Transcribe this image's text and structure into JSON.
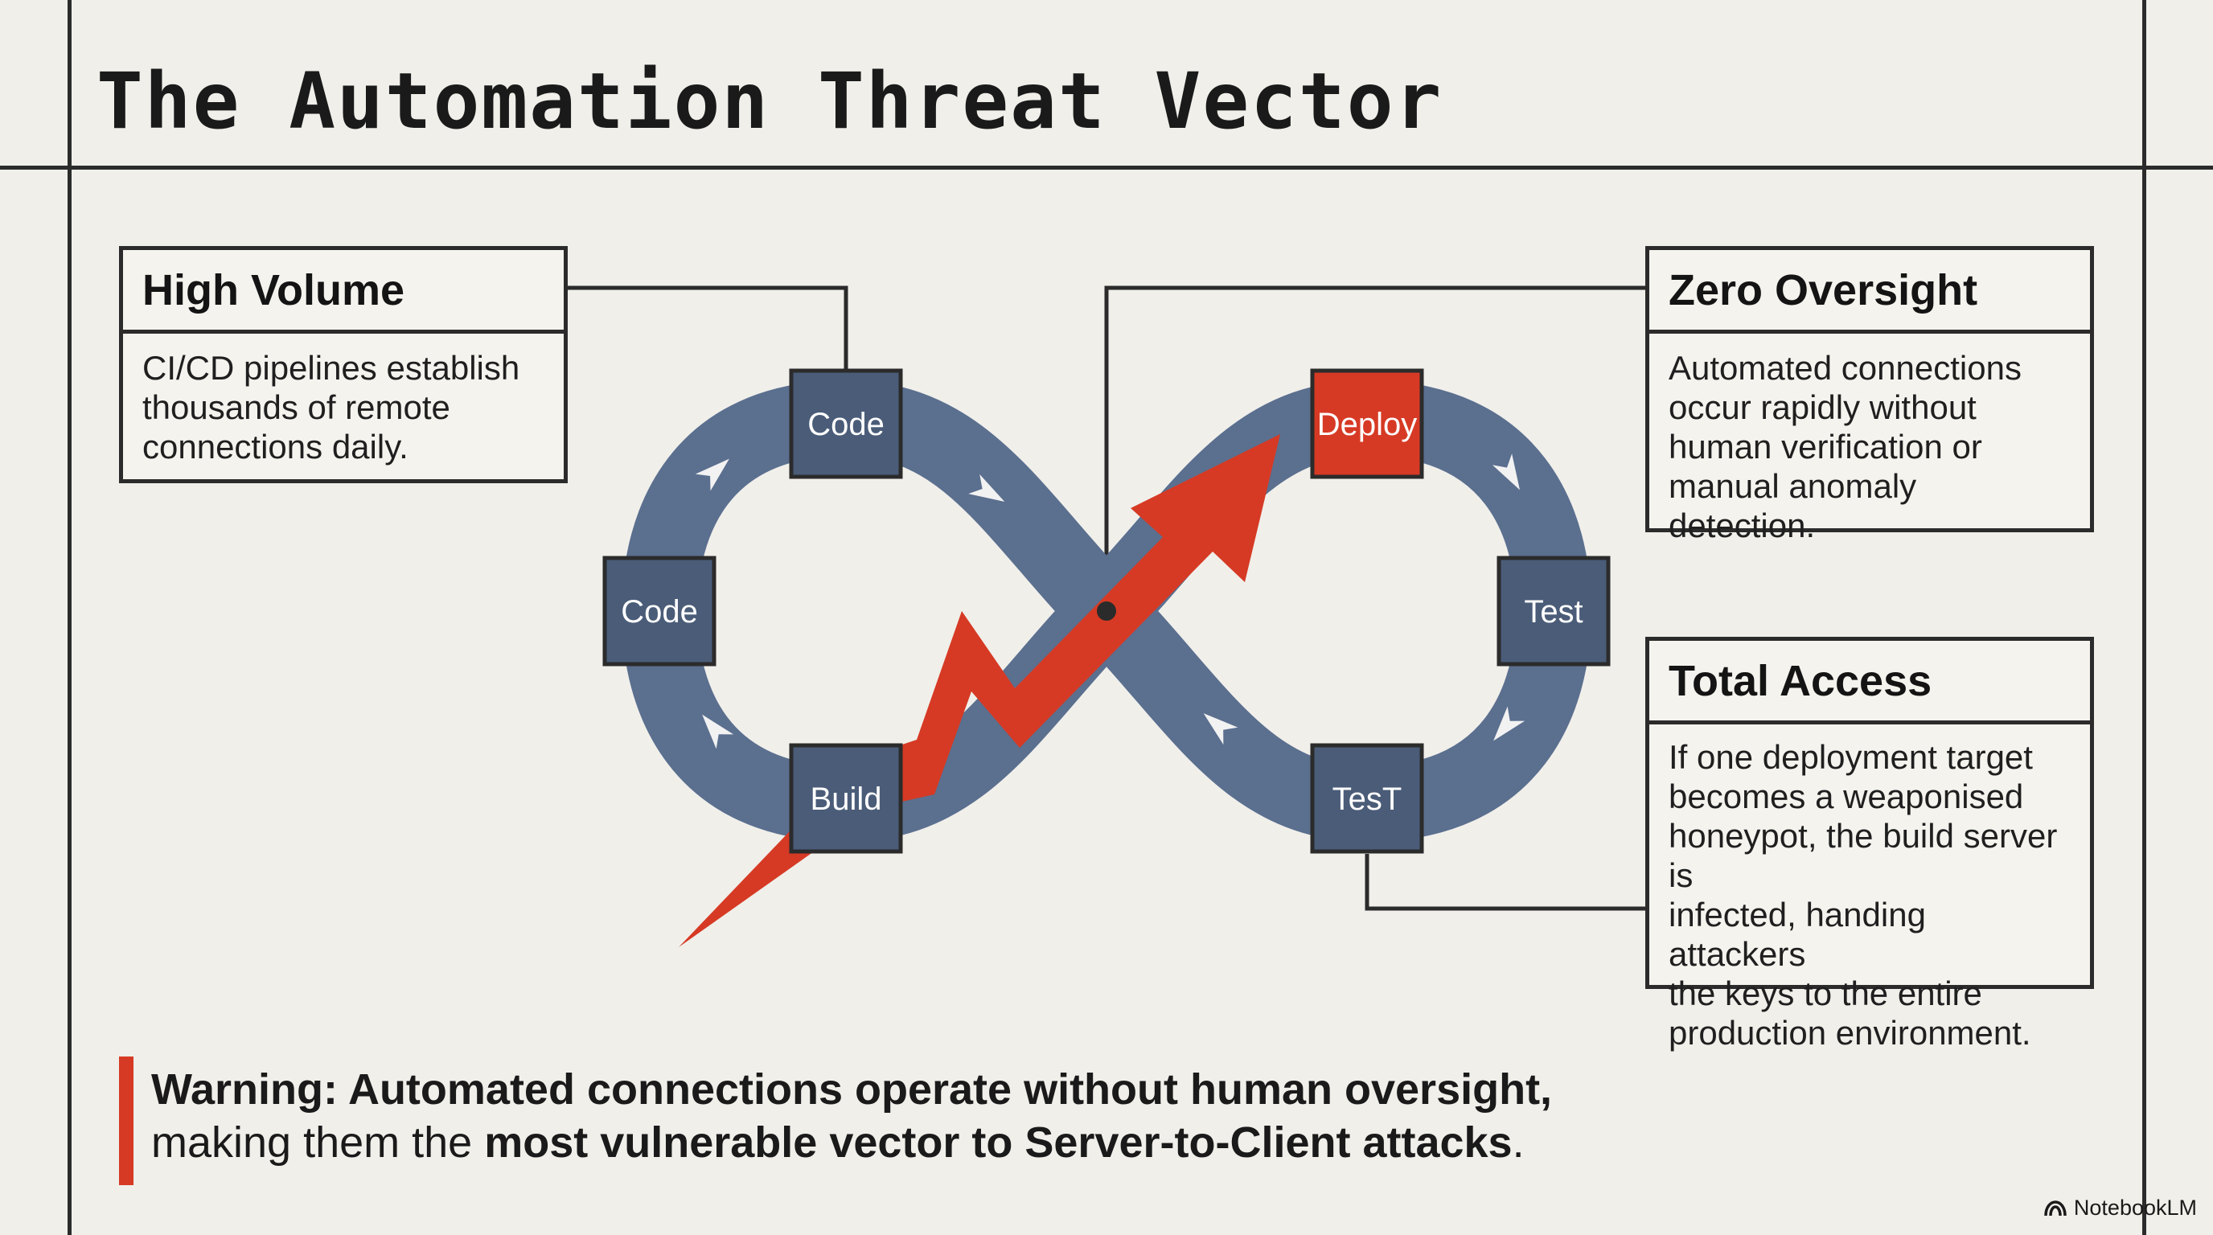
{
  "title": "The Automation Threat Vector",
  "colors": {
    "loop": "#5b6f8f",
    "node": "#4a5c78",
    "highlight": "#d63a24",
    "ink": "#2b2b2b",
    "background": "#f0efea"
  },
  "loop_nodes": [
    {
      "id": "top-left",
      "label": "Code",
      "highlighted": false
    },
    {
      "id": "left",
      "label": "Code",
      "highlighted": false
    },
    {
      "id": "bottom-left",
      "label": "Build",
      "highlighted": false
    },
    {
      "id": "top-right",
      "label": "Deploy",
      "highlighted": true
    },
    {
      "id": "right",
      "label": "Test",
      "highlighted": false
    },
    {
      "id": "bottom-right",
      "label": "TesT",
      "highlighted": false
    }
  ],
  "cards": {
    "high_volume": {
      "title": "High Volume",
      "lines": [
        "CI/CD pipelines establish",
        "thousands of remote",
        "connections daily."
      ]
    },
    "zero_oversight": {
      "title": "Zero Oversight",
      "lines": [
        "Automated connections",
        "occur rapidly without",
        "human verification or",
        "manual anomaly detection."
      ]
    },
    "total_access": {
      "title": "Total Access",
      "lines": [
        "If one deployment target",
        "becomes a weaponised",
        "honeypot, the build server is",
        "infected, handing attackers",
        "the keys to the entire",
        "production environment."
      ]
    }
  },
  "warning": {
    "part1": "Warning:",
    "part2": " Automated connections operate without human oversight,",
    "part3": "making them the ",
    "part4": "most vulnerable vector to Server-to-Client attacks",
    "part5": "."
  },
  "brand": {
    "icon": "notebooklm-logo-icon",
    "label": "NotebookLM"
  }
}
